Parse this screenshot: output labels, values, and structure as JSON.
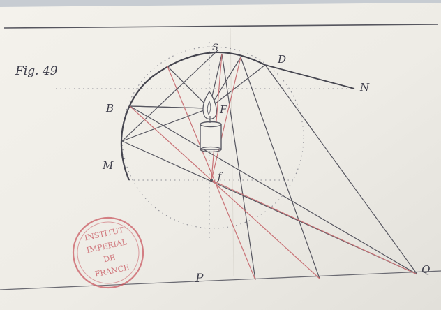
{
  "figure": {
    "label": "Fig. 49"
  },
  "point_labels": {
    "S": "S",
    "D": "D",
    "N": "N",
    "B": "B",
    "F": "F",
    "M": "M",
    "f": "f",
    "P": "P",
    "Q": "Q"
  },
  "stamp": {
    "lines": [
      "INSTITUT",
      "IMPERIAL",
      "DE",
      "FRANCE"
    ],
    "color": "#c95a62"
  },
  "colors": {
    "paper": "#f1efe9",
    "ink": "#4b4b57",
    "red_ink": "#c97377"
  }
}
